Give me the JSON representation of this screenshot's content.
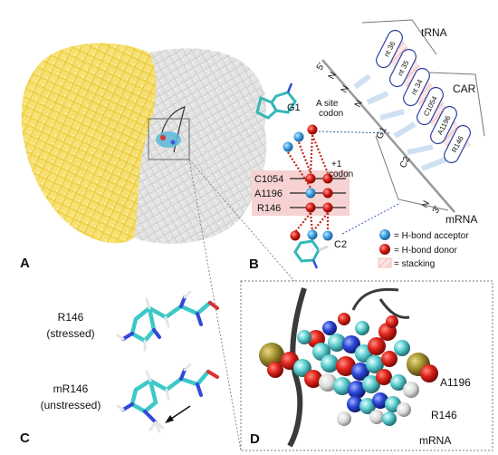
{
  "panels": {
    "a": "A",
    "b": "B",
    "c": "C",
    "d": "D"
  },
  "panel_b": {
    "g1": "G1",
    "c2": "C2",
    "a_site_codon": [
      "A site",
      "codon"
    ],
    "plus1_codon": [
      "+1",
      "codon"
    ],
    "residues": [
      "C1054",
      "A1196",
      "R146"
    ]
  },
  "schematic": {
    "trna_label": "tRNA",
    "car_label": "CAR",
    "mrna_label": "mRNA",
    "five_prime": "5'",
    "three_prime": "3'",
    "mrna_chain": [
      "N",
      "N",
      "N",
      "G1",
      "C2",
      "N"
    ],
    "trna_boxes": [
      "nt 36",
      "nt 35",
      "nt 34"
    ],
    "car_boxes": [
      "C1054",
      "A1196",
      "R146"
    ]
  },
  "legend": {
    "acceptor": "= H-bond acceptor",
    "donor": "= H-bond donor",
    "stacking": "= stacking",
    "acceptor_color": "#3d9fe0",
    "donor_color": "#d61a12",
    "stacking_color": "#f6d2d2"
  },
  "panel_c": {
    "r146": "R146",
    "r146_state": "(stressed)",
    "mr146": "mR146",
    "mr146_state": "(unstressed)"
  },
  "panel_d": {
    "a1196": "A1196",
    "r146": "R146",
    "mrna": "mRNA"
  }
}
